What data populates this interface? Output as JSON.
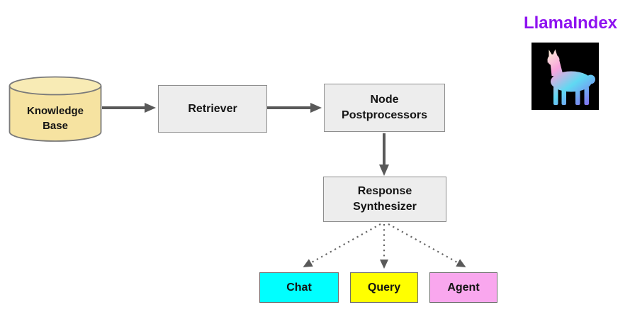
{
  "logo": {
    "title": "LlamaIndex",
    "title_color": "#8E13F0",
    "icon": "llama-icon",
    "icon_bg": "#000000",
    "icon_gradient": {
      "head": "#FBEDD6",
      "neck": "#F9A3DC",
      "body": "#5FD9F2",
      "legs": "#8664F0"
    }
  },
  "nodes": {
    "knowledge_base": {
      "label": "Knowledge\nBase",
      "shape": "cylinder",
      "fill": "#F6E3A1",
      "fill_top": "#F8EBB5",
      "stroke": "#7A7A7A"
    },
    "retriever": {
      "label": "Retriever",
      "shape": "rect",
      "fill": "#EDEDED",
      "stroke": "#8E8E8E"
    },
    "node_postprocessors": {
      "label": "Node\nPostprocessors",
      "shape": "rect",
      "fill": "#EDEDED",
      "stroke": "#8E8E8E"
    },
    "response_synthesizer": {
      "label": "Response\nSynthesizer",
      "shape": "rect",
      "fill": "#EDEDED",
      "stroke": "#8E8E8E"
    },
    "chat": {
      "label": "Chat",
      "shape": "rect",
      "fill": "#00FFFF",
      "stroke": "#6E6E6E"
    },
    "query": {
      "label": "Query",
      "shape": "rect",
      "fill": "#FFFF00",
      "stroke": "#6E6E6E"
    },
    "agent": {
      "label": "Agent",
      "shape": "rect",
      "fill": "#F9A7EE",
      "stroke": "#6E6E6E"
    }
  },
  "edges": {
    "color": "#595959",
    "dot_color": "#666666",
    "solid": [
      "knowledge_base -> retriever",
      "retriever -> node_postprocessors",
      "node_postprocessors -> response_synthesizer"
    ],
    "dotted": [
      "response_synthesizer -> chat",
      "response_synthesizer -> query",
      "response_synthesizer -> agent"
    ]
  }
}
